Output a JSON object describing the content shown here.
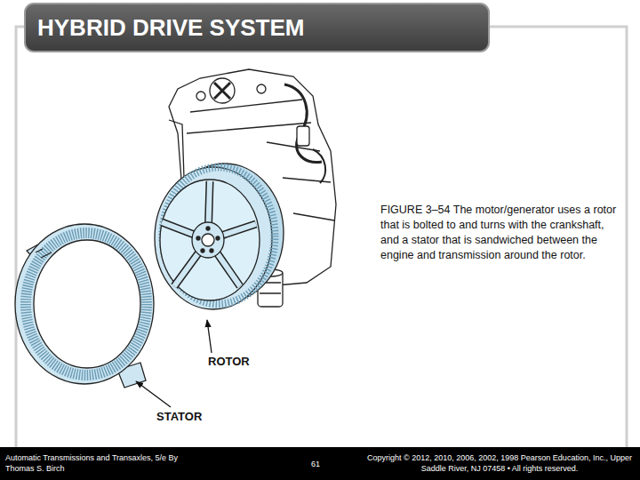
{
  "diagram": {
    "title": "HYBRID DRIVE SYSTEM",
    "caption": "FIGURE 3–54 The motor/generator uses a rotor that is bolted to and turns with the crankshaft, and a stator that is sandwiched between the engine and transmission around the rotor.",
    "nodes": [
      {
        "text": [
          "Automatic Transmissions and Transaxles, 5/e By Thomas S. Birch",
          "61",
          "Copyright © 2012, 2010, 2006, 2002, 1998 Pearson Education, Inc., Upper Saddle River, NJ 07458 • All rights reserved."
        ]
      }
    ],
    "labels": [
      "ROTOR",
      "STATOR"
    ]
  }
}
